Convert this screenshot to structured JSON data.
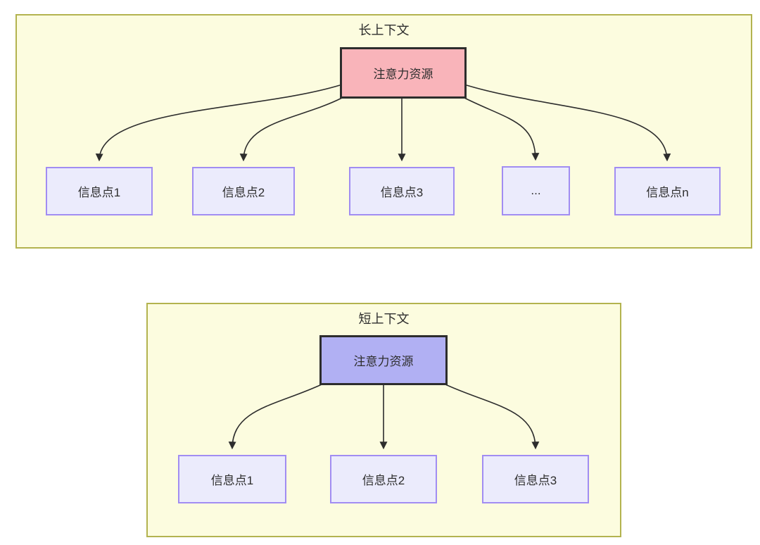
{
  "diagram": {
    "long_context": {
      "title": "长上下文",
      "source_label": "注意力资源",
      "targets": [
        "信息点1",
        "信息点2",
        "信息点3",
        "...",
        "信息点n"
      ]
    },
    "short_context": {
      "title": "短上下文",
      "source_label": "注意力资源",
      "targets": [
        "信息点1",
        "信息点2",
        "信息点3"
      ]
    },
    "colors": {
      "panel_fill": "#fcfcdf",
      "panel_border": "#b3b34f",
      "long_source_fill": "#f9b4ba",
      "short_source_fill": "#b1b0f3",
      "source_border": "#2d2d2d",
      "target_fill": "#ebebfc",
      "target_border": "#a18df2",
      "arrow": "#2d2d2d",
      "text": "#2e2e2e"
    }
  }
}
